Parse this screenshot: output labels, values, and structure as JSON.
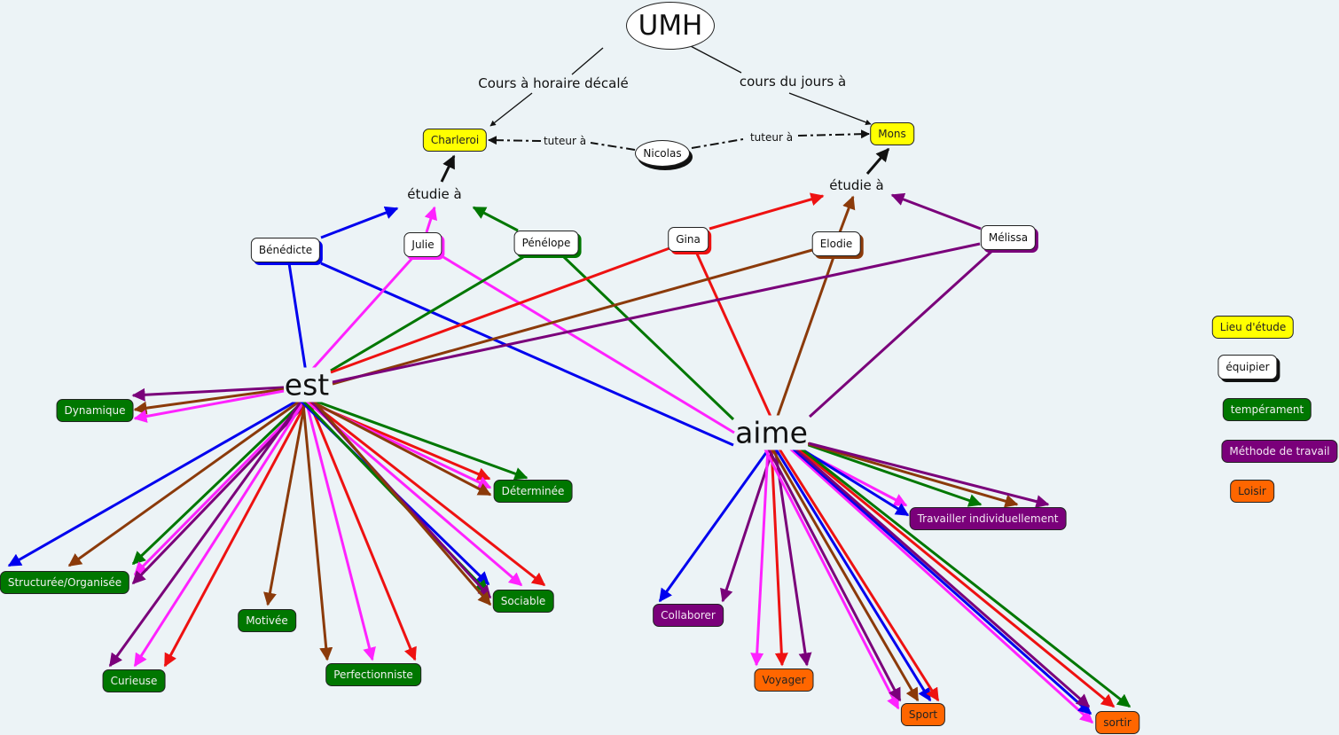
{
  "colors": {
    "benedicte": "#0000ee",
    "julie": "#ff22ff",
    "penelope": "#007700",
    "gina": "#ee1111",
    "elodie": "#8b3a0a",
    "melissa": "#7a007a",
    "black": "#111111"
  },
  "root": {
    "label": "UMH"
  },
  "links": {
    "cours_decale": "Cours à horaire décalé",
    "cours_jour": "cours du jours à",
    "tuteur_left": "tuteur à",
    "tuteur_right": "tuteur à",
    "etudie_left": "étudie à",
    "etudie_right": "étudie à",
    "est": "est",
    "aime": "aime"
  },
  "places": {
    "charleroi": "Charleroi",
    "mons": "Mons"
  },
  "tutor": "Nicolas",
  "persons": {
    "benedicte": "Bénédicte",
    "julie": "Julie",
    "penelope": "Pénélope",
    "gina": "Gina",
    "elodie": "Elodie",
    "melissa": "Mélissa"
  },
  "temperaments": {
    "dynamique": "Dynamique",
    "structuree": "Structurée/Organisée",
    "motivee": "Motivée",
    "curieuse": "Curieuse",
    "perfectionniste": "Perfectionniste",
    "determinee": "Déterminée",
    "sociable": "Sociable"
  },
  "methodes": {
    "travailler": "Travailler individuellement",
    "collaborer": "Collaborer"
  },
  "loisirs": {
    "voyager": "Voyager",
    "sport": "Sport",
    "sortir": "sortir"
  },
  "legend": [
    {
      "label": "Lieu d'étude",
      "kind": "lieu"
    },
    {
      "label": "équipier",
      "kind": "person"
    },
    {
      "label": "tempérament",
      "kind": "temp"
    },
    {
      "label": "Méthode de travail",
      "kind": "meth"
    },
    {
      "label": "Loisir",
      "kind": "loisir"
    }
  ],
  "relations": {
    "est": {
      "dynamique": [
        "melissa",
        "elodie",
        "julie"
      ],
      "structuree": [
        "benedicte",
        "elodie",
        "penelope",
        "julie",
        "melissa"
      ],
      "curieuse": [
        "melissa",
        "julie",
        "gina"
      ],
      "motivee": [
        "elodie"
      ],
      "perfectionniste": [
        "elodie",
        "julie",
        "gina"
      ],
      "determinee": [
        "gina",
        "julie",
        "elodie",
        "penelope"
      ],
      "sociable": [
        "benedicte",
        "penelope",
        "julie",
        "gina",
        "melissa",
        "elodie"
      ]
    },
    "aime": {
      "collaborer": [
        "benedicte",
        "melissa"
      ],
      "travailler": [
        "julie",
        "benedicte",
        "penelope",
        "elodie",
        "melissa"
      ],
      "voyager": [
        "julie",
        "gina",
        "melissa"
      ],
      "sport": [
        "julie",
        "melissa",
        "elodie",
        "benedicte",
        "gina"
      ],
      "sortir": [
        "julie",
        "benedicte",
        "melissa",
        "gina",
        "penelope"
      ]
    }
  }
}
